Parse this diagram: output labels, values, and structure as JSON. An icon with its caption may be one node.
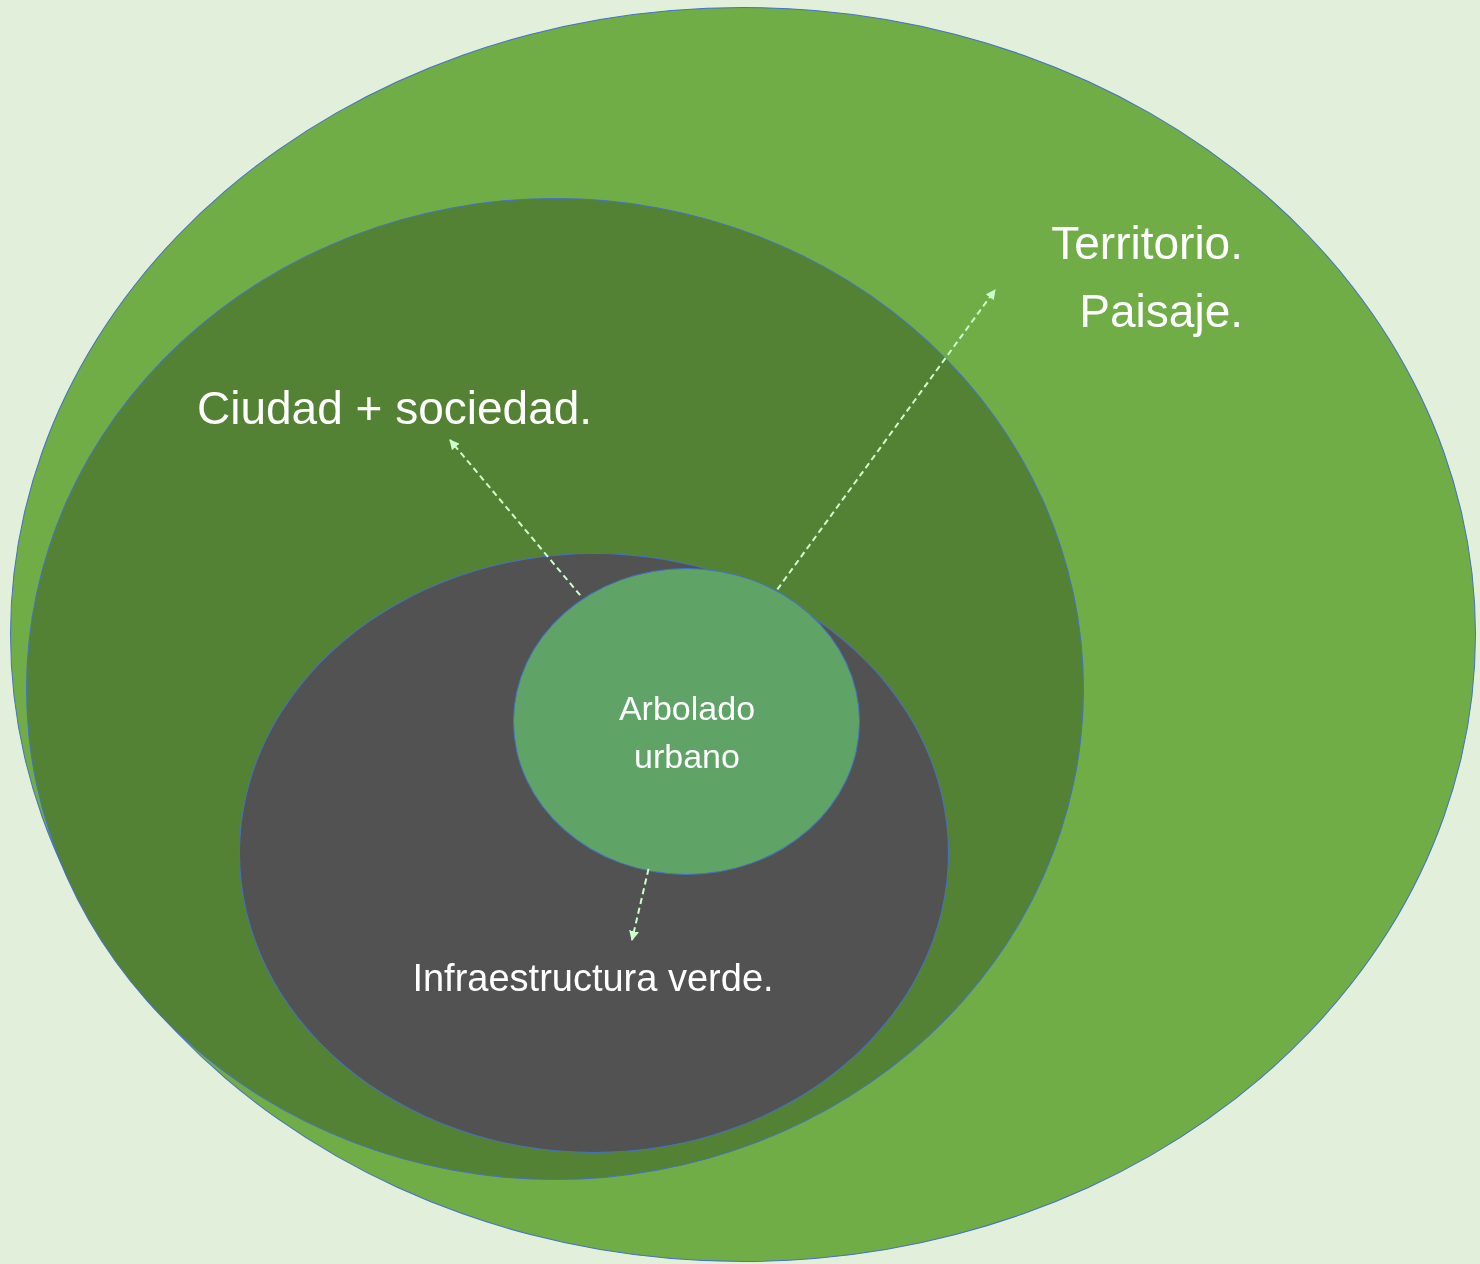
{
  "diagram": {
    "nodes": [
      {
        "text": [
          "Territorio. Paisaje."
        ]
      },
      {
        "text": [
          "Ciudad + sociedad."
        ],
        "in": 0
      },
      {
        "text": [
          "Infraestructura verde."
        ],
        "in": 1
      },
      {
        "text": [
          "Arbolado urbano"
        ],
        "in": 2
      }
    ],
    "edges": [
      {
        "from": 3,
        "to": null,
        "arrow": "to",
        "style": "dashed"
      },
      {
        "from": 3,
        "to": null,
        "arrow": "to",
        "style": "dashed"
      },
      {
        "from": 3,
        "to": null,
        "arrow": "to",
        "style": "dashed"
      }
    ]
  }
}
